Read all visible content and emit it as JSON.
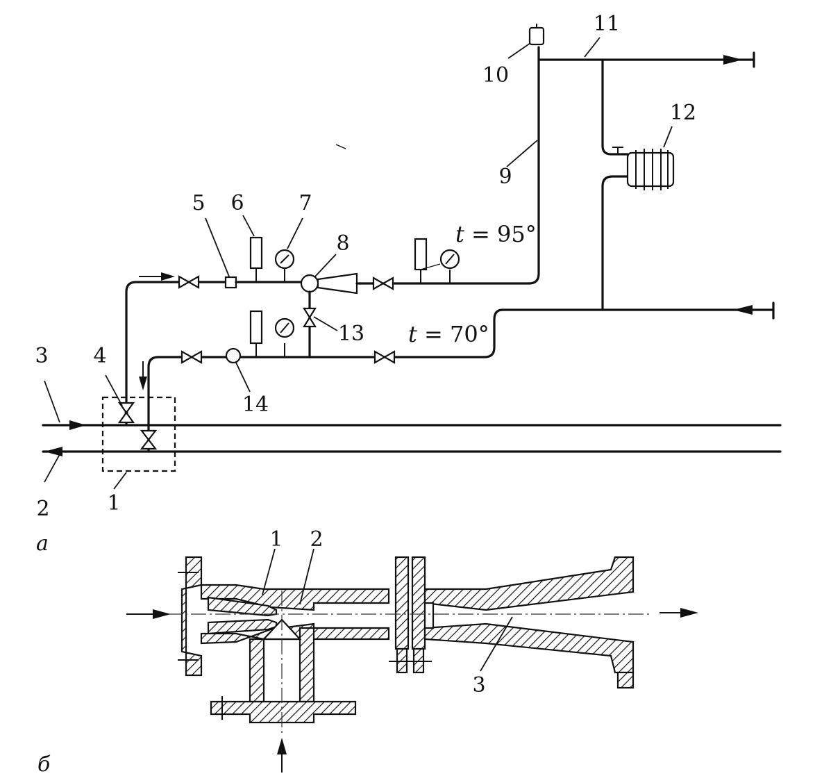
{
  "diagram_a": {
    "callouts": [
      "1",
      "2",
      "3",
      "4",
      "5",
      "6",
      "7",
      "8",
      "9",
      "10",
      "11",
      "12",
      "13",
      "14"
    ],
    "supply_temp": {
      "symbol": "t",
      "value": " = 95°"
    },
    "return_temp": {
      "symbol": "t",
      "value": " = 70°"
    },
    "panel_letter": "а"
  },
  "diagram_b": {
    "callouts": [
      "1",
      "2",
      "3"
    ],
    "panel_letter": "б"
  },
  "colors": {
    "ink": "#111111",
    "paper": "#ffffff"
  }
}
